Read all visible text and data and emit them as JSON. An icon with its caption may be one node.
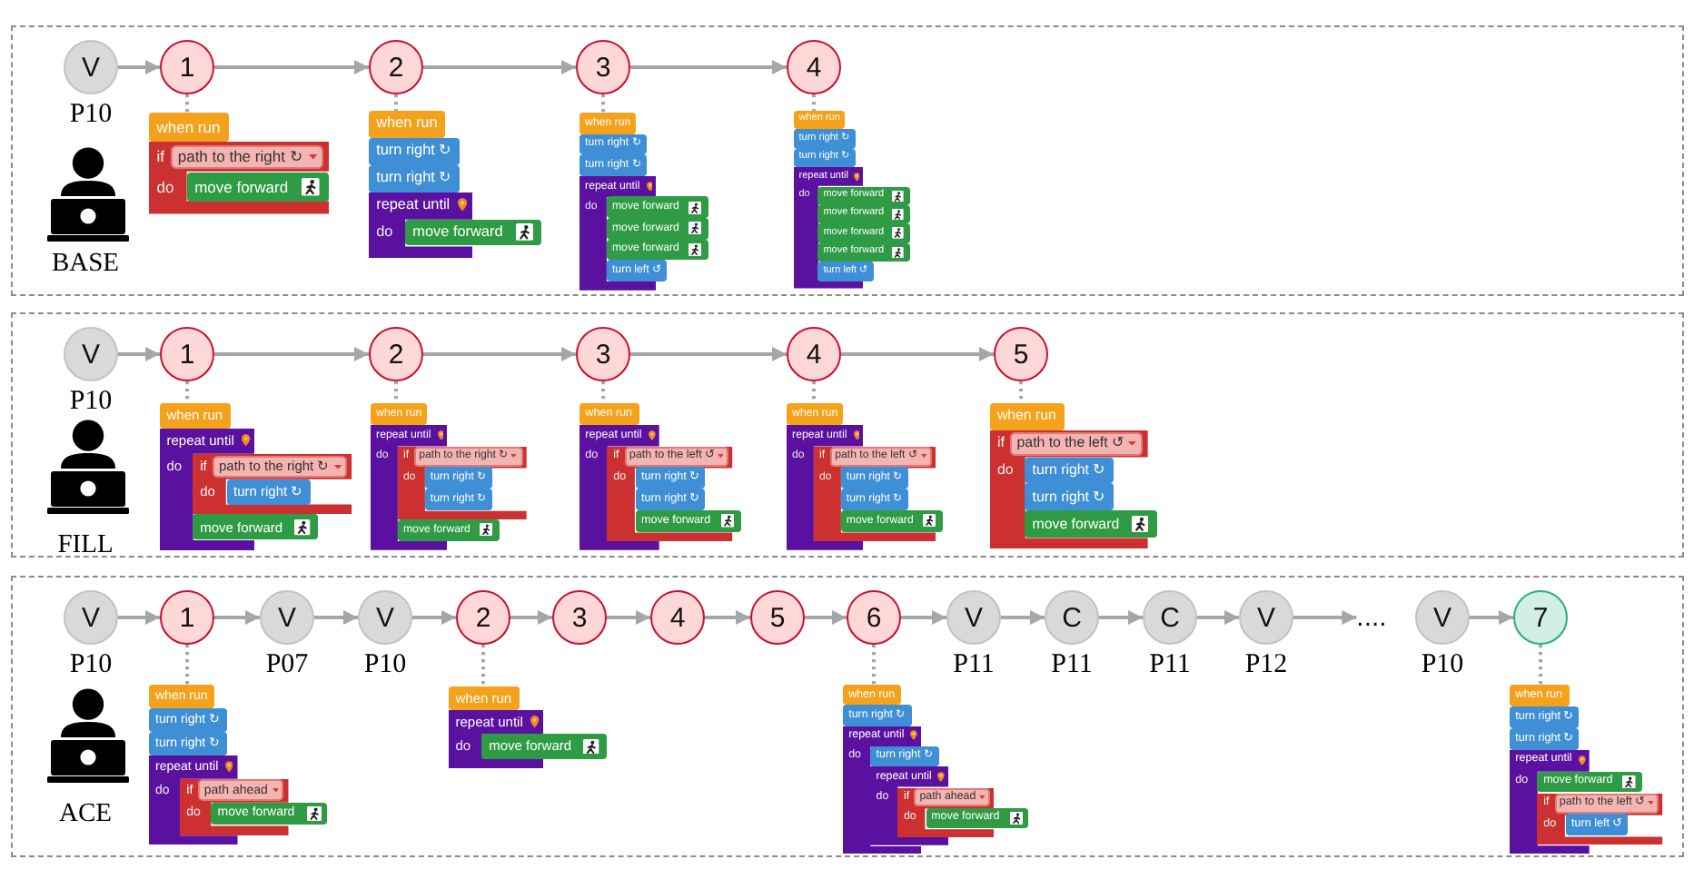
{
  "diagram": {
    "nodes": [
      {
        "text": [
          "BASE"
        ]
      },
      {
        "text": [
          "V"
        ],
        "beside": [
          "P10"
        ],
        "in": 0
      },
      {
        "text": [
          "1"
        ],
        "in": 0
      },
      {
        "text": [
          "2"
        ],
        "in": 0
      },
      {
        "text": [
          "3"
        ],
        "in": 0
      },
      {
        "text": [
          "4"
        ],
        "in": 0
      },
      {
        "text": [
          "when run"
        ],
        "in": 0
      },
      {
        "text": [
          "if",
          "do"
        ],
        "in": 0
      },
      {
        "text": [
          "path to the right ↻"
        ],
        "in": 7
      },
      {
        "text": [
          "move forward"
        ],
        "in": 0
      },
      {
        "text": [
          "when run"
        ],
        "in": 0
      },
      {
        "text": [
          "turn right ↻"
        ],
        "in": 0
      },
      {
        "text": [
          "turn right ↻"
        ],
        "in": 0
      },
      {
        "text": [
          "repeat until",
          "do"
        ],
        "in": 0
      },
      {
        "text": [
          "move forward"
        ],
        "in": 0
      },
      {
        "text": [
          "when run"
        ],
        "in": 0
      },
      {
        "text": [
          "turn right ↻"
        ],
        "in": 0
      },
      {
        "text": [
          "turn right ↻"
        ],
        "in": 0
      },
      {
        "text": [
          "repeat until",
          "do"
        ],
        "in": 0
      },
      {
        "text": [
          "move forward"
        ],
        "in": 0
      },
      {
        "text": [
          "move forward"
        ],
        "in": 0
      },
      {
        "text": [
          "move forward"
        ],
        "in": 0
      },
      {
        "text": [
          "turn left ↺"
        ],
        "in": 0
      },
      {
        "text": [
          "when run"
        ],
        "in": 0
      },
      {
        "text": [
          "turn right ↻"
        ],
        "in": 0
      },
      {
        "text": [
          "turn right ↻"
        ],
        "in": 0
      },
      {
        "text": [
          "repeat until",
          "do"
        ],
        "in": 0
      },
      {
        "text": [
          "move forward"
        ],
        "in": 0
      },
      {
        "text": [
          "move forward"
        ],
        "in": 0
      },
      {
        "text": [
          "move forward"
        ],
        "in": 0
      },
      {
        "text": [
          "move forward"
        ],
        "in": 0
      },
      {
        "text": [
          "turn left ↺"
        ],
        "in": 0
      },
      {
        "text": [
          "FILL"
        ]
      },
      {
        "text": [
          "V"
        ],
        "beside": [
          "P10"
        ],
        "in": 32
      },
      {
        "text": [
          "1"
        ],
        "in": 32
      },
      {
        "text": [
          "2"
        ],
        "in": 32
      },
      {
        "text": [
          "3"
        ],
        "in": 32
      },
      {
        "text": [
          "4"
        ],
        "in": 32
      },
      {
        "text": [
          "5"
        ],
        "in": 32
      },
      {
        "text": [
          "when run"
        ],
        "in": 32
      },
      {
        "text": [
          "repeat until",
          "do"
        ],
        "in": 32
      },
      {
        "text": [
          "if",
          "do"
        ],
        "in": 32
      },
      {
        "text": [
          "path to the right ↻"
        ],
        "in": 41
      },
      {
        "text": [
          "turn right ↻"
        ],
        "in": 41
      },
      {
        "text": [
          "move forward"
        ],
        "in": 32
      },
      {
        "text": [
          "when run"
        ],
        "in": 32
      },
      {
        "text": [
          "repeat until",
          "do"
        ],
        "in": 32
      },
      {
        "text": [
          "if",
          "do"
        ],
        "in": 32
      },
      {
        "text": [
          "path to the right ↻"
        ],
        "in": 47
      },
      {
        "text": [
          "turn right ↻"
        ],
        "in": 47
      },
      {
        "text": [
          "turn right ↻"
        ],
        "in": 47
      },
      {
        "text": [
          "move forward"
        ],
        "in": 32
      },
      {
        "text": [
          "when run"
        ],
        "in": 32
      },
      {
        "text": [
          "repeat until",
          "do"
        ],
        "in": 32
      },
      {
        "text": [
          "if",
          "do"
        ],
        "in": 32
      },
      {
        "text": [
          "path to the left ↺"
        ],
        "in": 54
      },
      {
        "text": [
          "turn right ↻"
        ],
        "in": 54
      },
      {
        "text": [
          "turn right ↻"
        ],
        "in": 54
      },
      {
        "text": [
          "move forward"
        ],
        "in": 32
      },
      {
        "text": [
          "when run"
        ],
        "in": 32
      },
      {
        "text": [
          "repeat until",
          "do"
        ],
        "in": 32
      },
      {
        "text": [
          "if",
          "do"
        ],
        "in": 32
      },
      {
        "text": [
          "path to the left ↺"
        ],
        "in": 61
      },
      {
        "text": [
          "turn right ↻"
        ],
        "in": 61
      },
      {
        "text": [
          "turn right ↻"
        ],
        "in": 61
      },
      {
        "text": [
          "move forward"
        ],
        "in": 32
      },
      {
        "text": [
          "when run"
        ],
        "in": 32
      },
      {
        "text": [
          "if",
          "do"
        ],
        "in": 32
      },
      {
        "text": [
          "path to the left ↺"
        ],
        "in": 67
      },
      {
        "text": [
          "turn right ↻"
        ],
        "in": 67
      },
      {
        "text": [
          "turn right ↻"
        ],
        "in": 67
      },
      {
        "text": [
          "move forward"
        ],
        "in": 32
      },
      {
        "text": [
          "ACE"
        ]
      },
      {
        "text": [
          "V"
        ],
        "beside": [
          "P10"
        ],
        "in": 72
      },
      {
        "text": [
          "1"
        ],
        "in": 72
      },
      {
        "text": [
          "V"
        ],
        "beside": [
          "P07"
        ],
        "in": 72
      },
      {
        "text": [
          "V"
        ],
        "beside": [
          "P10"
        ],
        "in": 72
      },
      {
        "text": [
          "2"
        ],
        "in": 72
      },
      {
        "text": [
          "3"
        ],
        "in": 72
      },
      {
        "text": [
          "4"
        ],
        "in": 72
      },
      {
        "text": [
          "5"
        ],
        "in": 72
      },
      {
        "text": [
          "6"
        ],
        "in": 72
      },
      {
        "text": [
          "V"
        ],
        "beside": [
          "P11"
        ],
        "in": 72
      },
      {
        "text": [
          "C"
        ],
        "beside": [
          "P11"
        ],
        "in": 72
      },
      {
        "text": [
          "C"
        ],
        "beside": [
          "P11"
        ],
        "in": 72
      },
      {
        "text": [
          "V"
        ],
        "beside": [
          "P12"
        ],
        "in": 72
      },
      {
        "text": [
          "...."
        ],
        "in": 72
      },
      {
        "text": [
          "V"
        ],
        "beside": [
          "P10"
        ],
        "in": 72
      },
      {
        "text": [
          "7"
        ],
        "in": 72
      },
      {
        "text": [
          "when run"
        ],
        "in": 72
      },
      {
        "text": [
          "turn right ↻"
        ],
        "in": 72
      },
      {
        "text": [
          "turn right ↻"
        ],
        "in": 72
      },
      {
        "text": [
          "repeat until",
          "do"
        ],
        "in": 72
      },
      {
        "text": [
          "if",
          "do"
        ],
        "in": 72
      },
      {
        "text": [
          "path ahead"
        ],
        "in": 93
      },
      {
        "text": [
          "move forward"
        ],
        "in": 72
      },
      {
        "text": [
          "when run"
        ],
        "in": 72
      },
      {
        "text": [
          "repeat until",
          "do"
        ],
        "in": 72
      },
      {
        "text": [
          "move forward"
        ],
        "in": 72
      },
      {
        "text": [
          "when run"
        ],
        "in": 72
      },
      {
        "text": [
          "turn right ↻"
        ],
        "in": 72
      },
      {
        "text": [
          "repeat until",
          "do"
        ],
        "in": 72
      },
      {
        "text": [
          "turn right ↻"
        ],
        "in": 72
      },
      {
        "text": [
          "repeat until",
          "do"
        ],
        "in": 72
      },
      {
        "text": [
          "if",
          "do"
        ],
        "in": 72
      },
      {
        "text": [
          "path ahead"
        ],
        "in": 104
      },
      {
        "text": [
          "move forward"
        ],
        "in": 72
      },
      {
        "text": [
          "when run"
        ],
        "in": 72
      },
      {
        "text": [
          "turn right ↻"
        ],
        "in": 72
      },
      {
        "text": [
          "turn right ↻"
        ],
        "in": 72
      },
      {
        "text": [
          "repeat until",
          "do"
        ],
        "in": 72
      },
      {
        "text": [
          "move forward"
        ],
        "in": 72
      },
      {
        "text": [
          "if",
          "do"
        ],
        "in": 72
      },
      {
        "text": [
          "path to the left ↺"
        ],
        "in": 112
      },
      {
        "text": [
          "turn left ↺"
        ],
        "in": 112
      }
    ],
    "edges": [
      {
        "from": 1,
        "to": 2,
        "arrow": "to"
      },
      {
        "from": 2,
        "to": 3,
        "arrow": "to"
      },
      {
        "from": 3,
        "to": 4,
        "arrow": "to"
      },
      {
        "from": 4,
        "to": 5,
        "arrow": "to"
      },
      {
        "from": 2,
        "to": 6,
        "arrow": "none",
        "style": "dashed"
      },
      {
        "from": 3,
        "to": 10,
        "arrow": "none",
        "style": "dashed"
      },
      {
        "from": 4,
        "to": 15,
        "arrow": "none",
        "style": "dashed"
      },
      {
        "from": 5,
        "to": 23,
        "arrow": "none",
        "style": "dashed"
      },
      {
        "from": 33,
        "to": 34,
        "arrow": "to"
      },
      {
        "from": 34,
        "to": 35,
        "arrow": "to"
      },
      {
        "from": 35,
        "to": 36,
        "arrow": "to"
      },
      {
        "from": 36,
        "to": 37,
        "arrow": "to"
      },
      {
        "from": 37,
        "to": 38,
        "arrow": "to"
      },
      {
        "from": 34,
        "to": 39,
        "arrow": "none",
        "style": "dashed"
      },
      {
        "from": 35,
        "to": 45,
        "arrow": "none",
        "style": "dashed"
      },
      {
        "from": 36,
        "to": 52,
        "arrow": "none",
        "style": "dashed"
      },
      {
        "from": 37,
        "to": 59,
        "arrow": "none",
        "style": "dashed"
      },
      {
        "from": 38,
        "to": 66,
        "arrow": "none",
        "style": "dashed"
      },
      {
        "from": 73,
        "to": 74,
        "arrow": "to"
      },
      {
        "from": 74,
        "to": 75,
        "arrow": "to"
      },
      {
        "from": 75,
        "to": 76,
        "arrow": "to"
      },
      {
        "from": 76,
        "to": 77,
        "arrow": "to"
      },
      {
        "from": 77,
        "to": 78,
        "arrow": "to"
      },
      {
        "from": 78,
        "to": 79,
        "arrow": "to"
      },
      {
        "from": 79,
        "to": 80,
        "arrow": "to"
      },
      {
        "from": 80,
        "to": 81,
        "arrow": "to"
      },
      {
        "from": 81,
        "to": 82,
        "arrow": "to"
      },
      {
        "from": 82,
        "to": 83,
        "arrow": "to"
      },
      {
        "from": 83,
        "to": 84,
        "arrow": "to"
      },
      {
        "from": 84,
        "to": 85,
        "arrow": "to"
      },
      {
        "from": 85,
        "to": 86,
        "arrow": "to"
      },
      {
        "from": 87,
        "to": 88,
        "arrow": "to"
      },
      {
        "from": 74,
        "to": 89,
        "arrow": "none",
        "style": "dashed"
      },
      {
        "from": 77,
        "to": 96,
        "arrow": "none",
        "style": "dashed"
      },
      {
        "from": 81,
        "to": 99,
        "arrow": "none",
        "style": "dashed"
      },
      {
        "from": 88,
        "to": 107,
        "arrow": "none",
        "style": "dashed"
      }
    ]
  }
}
